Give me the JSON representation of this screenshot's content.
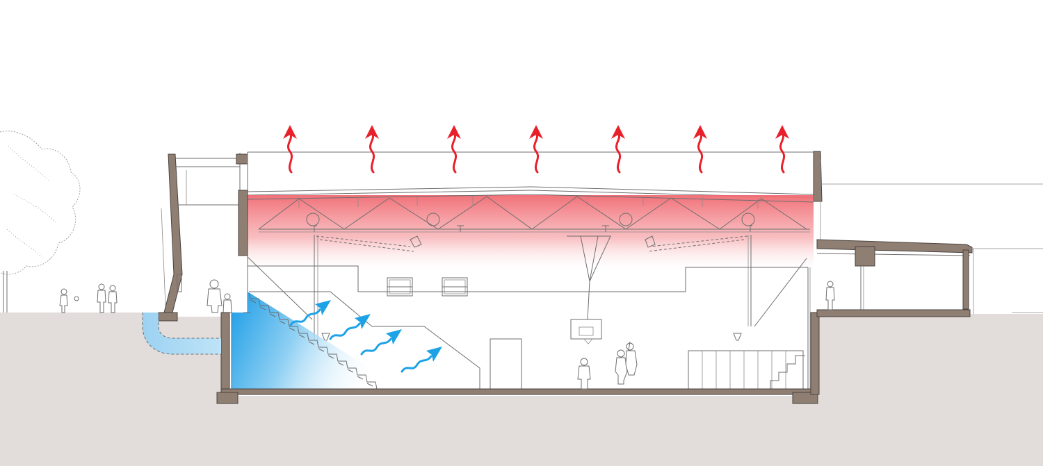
{
  "figure": {
    "kind": "building-cross-section",
    "colors": {
      "background": "#ffffff",
      "ground": "#e2dddb",
      "structure": "#8f7e72",
      "structure_outline": "#4a4340",
      "heat_gradient_top": "#f06a72",
      "heat_gradient_bottom": "#ffffff",
      "cool_gradient_left": "#1a9ce6",
      "cool_gradient_right": "#ffffff",
      "heat_arrow": "#e8202a",
      "cool_arrow": "#1ea2e6",
      "linework": "#6d6d6d"
    },
    "heat_exhaust_arrows": 7,
    "cool_supply_arrows": 4,
    "icons": [
      "tree-icon",
      "person-icon",
      "basketball-hoop-icon",
      "window-icon",
      "door-icon",
      "truss-icon",
      "bleachers-icon",
      "duct-icon"
    ]
  }
}
